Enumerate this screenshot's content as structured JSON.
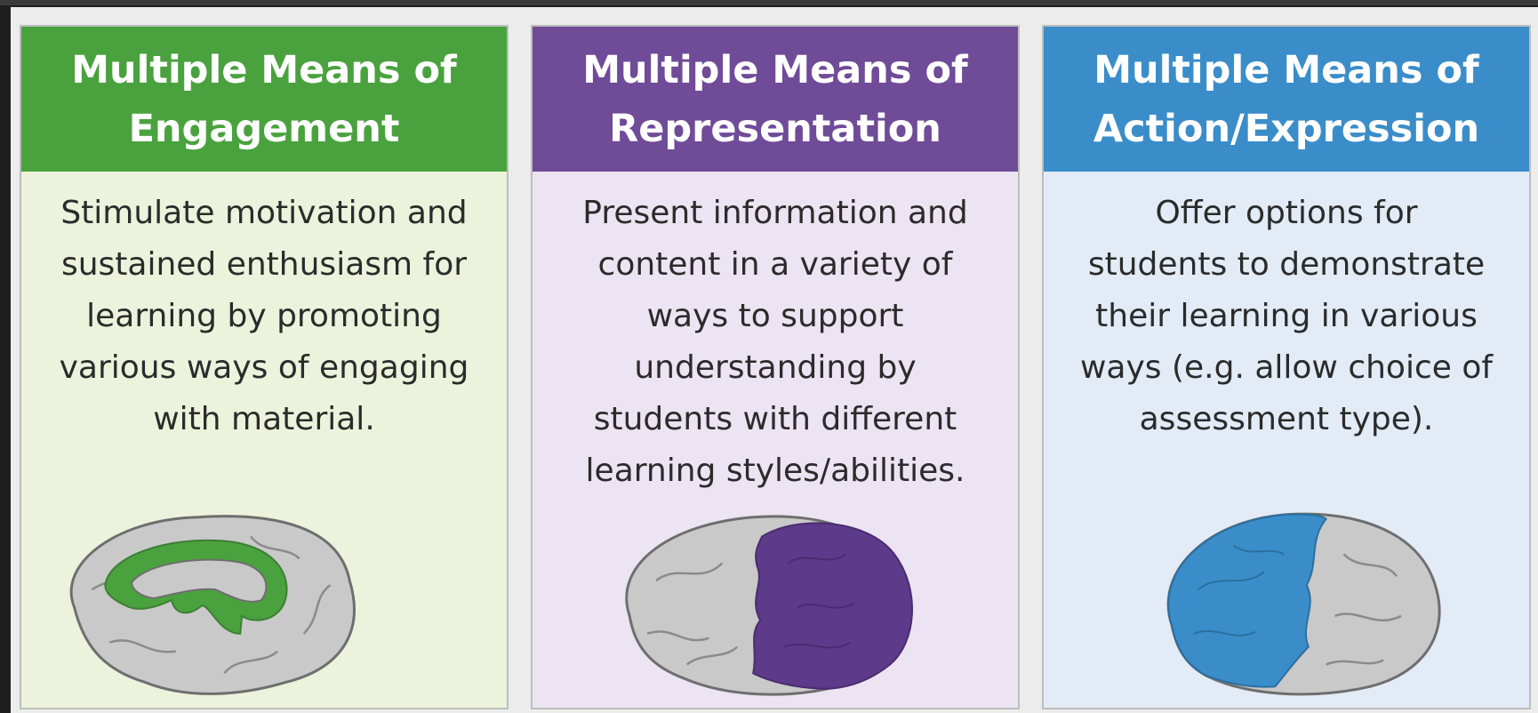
{
  "colors": {
    "engagement": "#4aa23e",
    "representation": "#6f4b98",
    "action": "#3a8dc9",
    "engagement_bg": "#edf2dc",
    "representation_bg": "#ece4f2",
    "action_bg": "#e3ebf6",
    "brain_gray": "#c9c9c9",
    "brain_outline": "#6e6e6e"
  },
  "cards": [
    {
      "title": "Multiple Means of\nEngagement",
      "text": "Stimulate motivation and\nsustained enthusiasm for\nlearning by promoting\nvarious ways of engaging\nwith material.",
      "icon": "brain-limbic-icon"
    },
    {
      "title": "Multiple Means of\nRepresentation",
      "text": "Present information and\ncontent in a variety of\nways to support\nunderstanding by\nstudents with different\nlearning styles/abilities.",
      "icon": "brain-posterior-icon"
    },
    {
      "title": "Multiple Means of\nAction/Expression",
      "text": "Offer options for\nstudents to demonstrate\ntheir learning in various\nways (e.g. allow choice of\nassessment type).",
      "icon": "brain-frontal-icon"
    }
  ]
}
